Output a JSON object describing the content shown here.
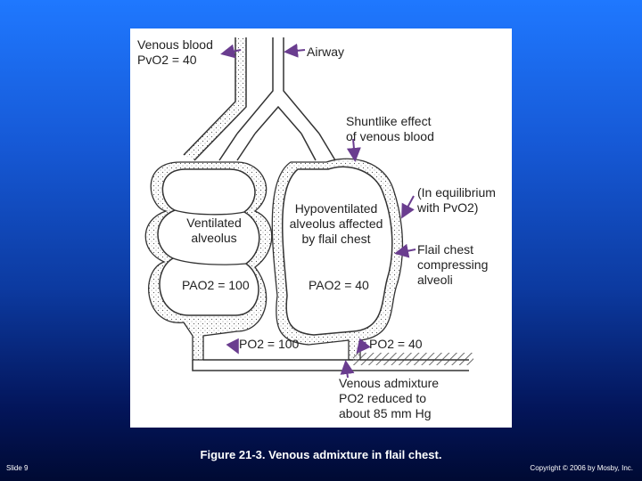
{
  "figure": {
    "labels": {
      "venous_blood": "Venous blood",
      "pvo2_40": "PvO2 = 40",
      "airway": "Airway",
      "shuntlike_line1": "Shuntlike effect",
      "shuntlike_line2": "of venous blood",
      "equilibrium_line1": "(In equilibrium",
      "equilibrium_line2": "with PvO2)",
      "hypo_line1": "Hypoventilated",
      "hypo_line2": "alveolus affected",
      "hypo_line3": "by flail chest",
      "ventilated_line1": "Ventilated",
      "ventilated_line2": "alveolus",
      "pao2_100": "PAO2 = 100",
      "pao2_40": "PAO2 = 40",
      "flail_line1": "Flail chest",
      "flail_line2": "compressing",
      "flail_line3": "alveoli",
      "po2_100": "PO2 = 100",
      "po2_40": "PO2 = 40",
      "admixture_line1": "Venous admixture",
      "admixture_line2": "PO2 reduced to",
      "admixture_line3": "about 85 mm Hg"
    }
  },
  "caption": "Figure 21-3. Venous admixture in flail chest.",
  "slide_number": "Slide 9",
  "copyright": "Copyright © 2006 by Mosby, Inc.",
  "colors": {
    "background_top": "#1f78ff",
    "background_bottom": "#000a33",
    "arrow": "#6a3d8f",
    "outline": "#333333"
  }
}
